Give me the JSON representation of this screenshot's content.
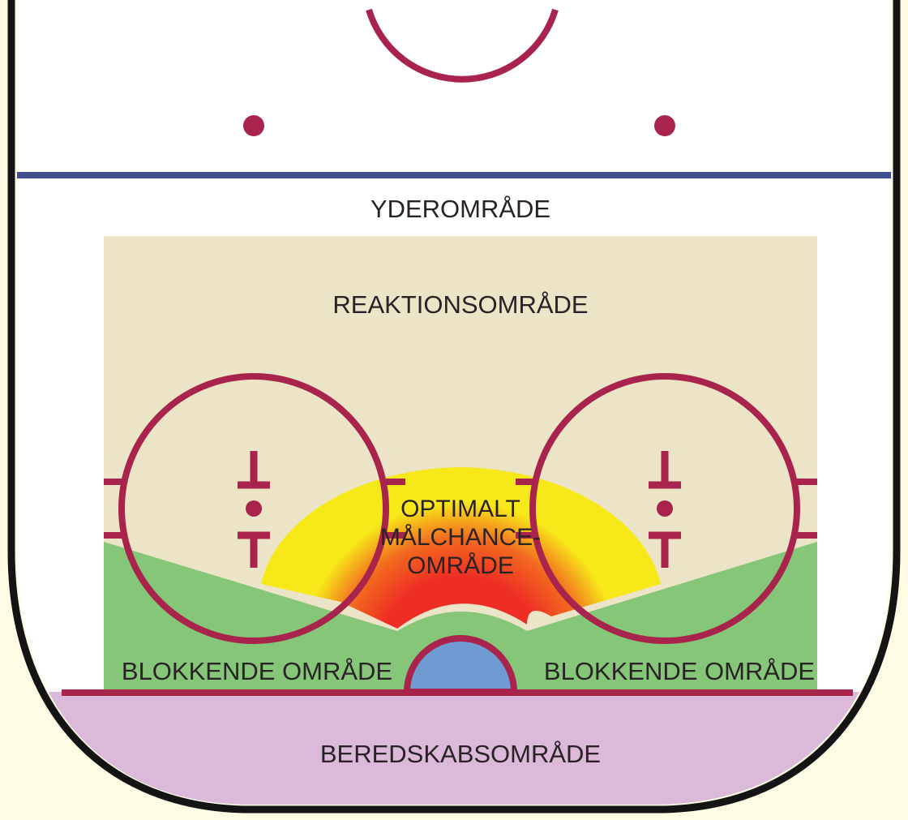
{
  "labels": {
    "outer_zone": "YDEROMRÅDE",
    "reaction_zone": "REAKTIONSOMRÅDE",
    "scoring_line1": "OPTIMALT",
    "scoring_line2": "MÅLCHANCE-",
    "scoring_line3": "OMRÅDE",
    "blocking_left": "BLOKKENDE OMRÅDE",
    "blocking_right": "BLOKKENDE OMRÅDE",
    "readiness_zone": "BEREDSKABSOMRÅDE"
  },
  "colors": {
    "background": "#fdfbe4",
    "ice": "#ffffff",
    "board": "#141414",
    "red_line": "#a8244c",
    "blue_line": "#3f4d8f",
    "reaction_zone": "#ebe4c6",
    "blocking_zone": "#86c679",
    "readiness_zone": "#dab9d9",
    "goal_crease": "#6f9bd2",
    "hot_zone_core": "#ee2d24",
    "hot_zone_mid": "#f26b1f",
    "hot_zone_edge": "#f7e81a"
  }
}
